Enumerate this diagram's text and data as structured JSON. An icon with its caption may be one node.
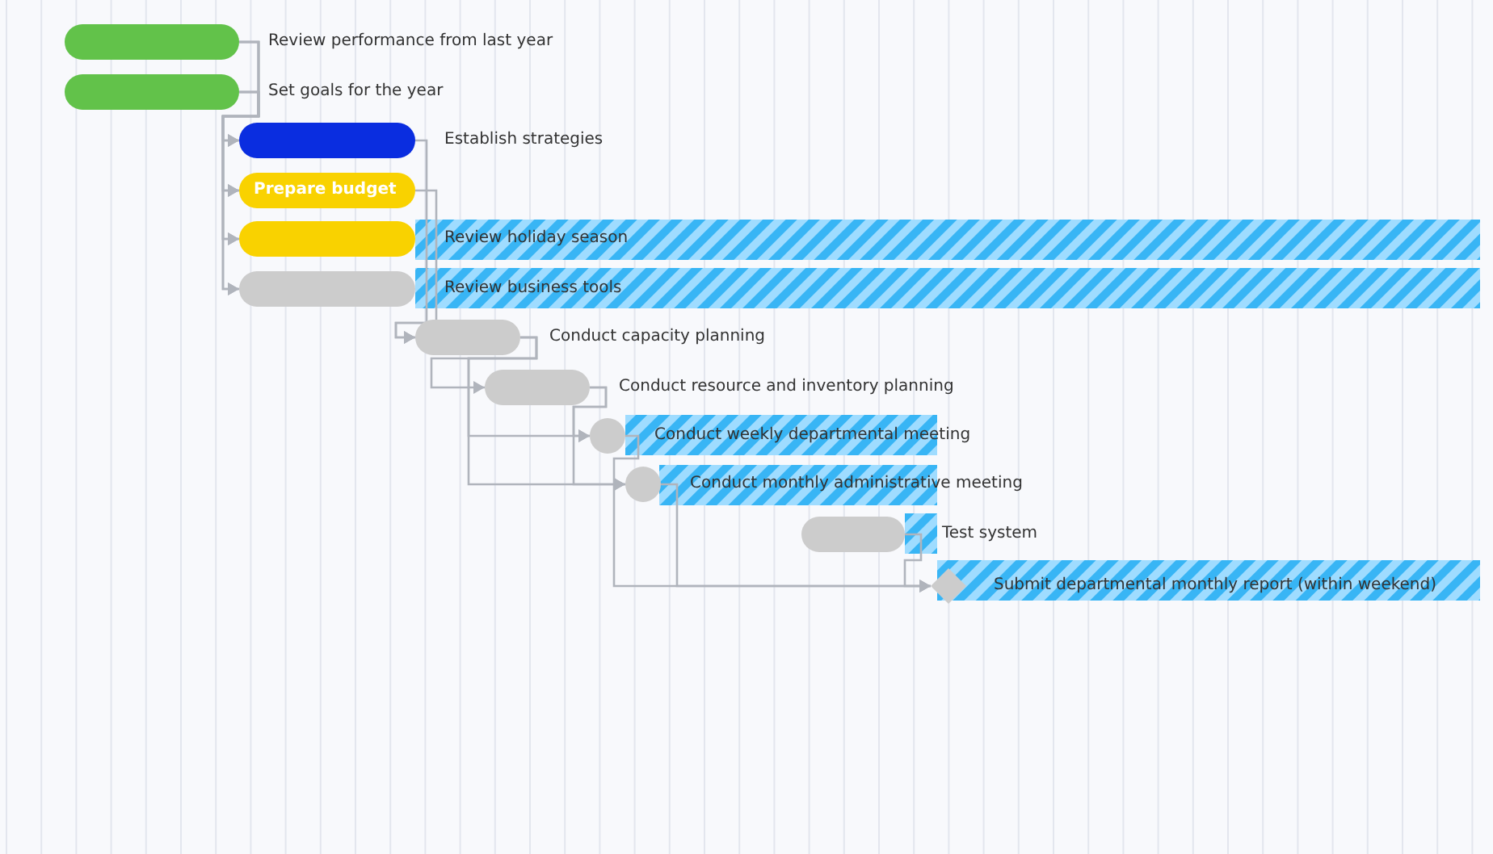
{
  "diagram": {
    "nodes": [
      {
        "text": [
          "Review performance from last year"
        ]
      },
      {
        "text": [
          "Set goals for the year"
        ]
      },
      {
        "text": [
          "Establish strategies"
        ]
      },
      {
        "text": [
          "Prepare budget"
        ]
      },
      {
        "text": [
          "Review holiday season"
        ]
      },
      {
        "text": [
          "Review business tools"
        ]
      },
      {
        "text": [
          "Conduct capacity planning"
        ]
      },
      {
        "text": [
          "Conduct resource and inventory planning"
        ]
      },
      {
        "text": [
          "Conduct weekly departmental meeting"
        ]
      },
      {
        "text": [
          "Conduct monthly administrative meeting"
        ]
      },
      {
        "text": [
          "Test system"
        ]
      },
      {
        "text": [
          "Submit departmental monthly report (within weekend)"
        ]
      }
    ],
    "edges": [
      {
        "from": 0,
        "to": 2,
        "arrow": "to"
      },
      {
        "from": 0,
        "to": 3,
        "arrow": "to"
      },
      {
        "from": 0,
        "to": 4,
        "arrow": "to"
      },
      {
        "from": 0,
        "to": 5,
        "arrow": "to"
      },
      {
        "from": 1,
        "to": 2,
        "arrow": "to"
      },
      {
        "from": 1,
        "to": 3,
        "arrow": "to"
      },
      {
        "from": 1,
        "to": 4,
        "arrow": "to"
      },
      {
        "from": 1,
        "to": 5,
        "arrow": "to"
      },
      {
        "from": 2,
        "to": 6,
        "arrow": "to"
      },
      {
        "from": 3,
        "to": 6,
        "arrow": "to"
      },
      {
        "from": 6,
        "to": 7,
        "arrow": "to"
      },
      {
        "from": 6,
        "to": 8,
        "arrow": "to"
      },
      {
        "from": 6,
        "to": 9,
        "arrow": "to"
      },
      {
        "from": 7,
        "to": 8,
        "arrow": "to"
      },
      {
        "from": 7,
        "to": 9,
        "arrow": "to"
      },
      {
        "from": 8,
        "to": 11,
        "arrow": "to"
      },
      {
        "from": 9,
        "to": 11,
        "arrow": "to"
      },
      {
        "from": 10,
        "to": 11,
        "arrow": "to"
      }
    ]
  }
}
